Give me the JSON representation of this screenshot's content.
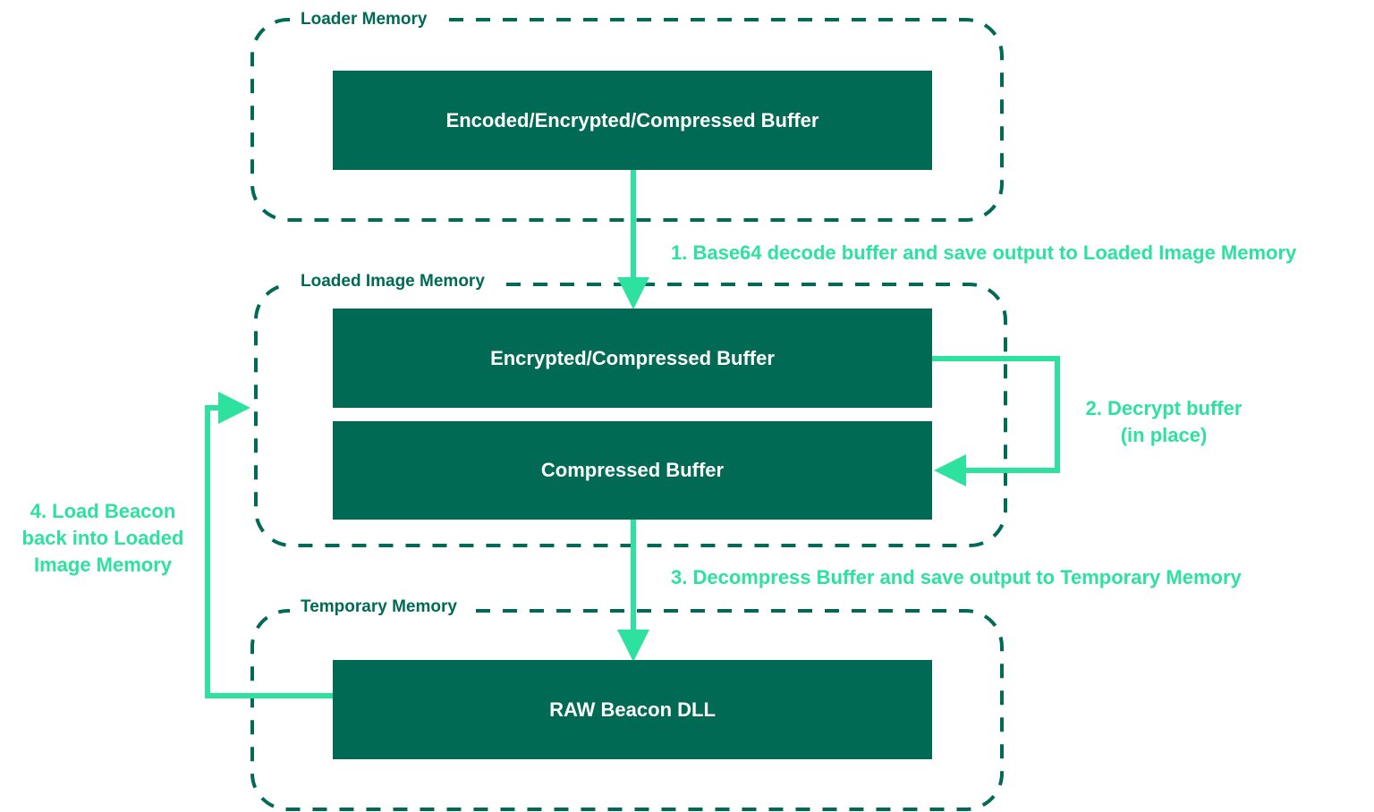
{
  "colors": {
    "dark_green": "#006a55",
    "arrow_green": "#2de19e",
    "background": "#ffffff"
  },
  "groups": {
    "loader": "Loader Memory",
    "loaded_image": "Loaded Image Memory",
    "temporary": "Temporary Memory"
  },
  "boxes": {
    "encoded": "Encoded/Encrypted/Compressed Buffer",
    "encrypted": "Encrypted/Compressed Buffer",
    "compressed": "Compressed Buffer",
    "raw": "RAW Beacon DLL"
  },
  "steps": {
    "step1": "1. Base64 decode buffer and save output to Loaded Image Memory",
    "step2_line1": "2. Decrypt buffer",
    "step2_line2": "(in place)",
    "step3": "3. Decompress Buffer and save output to Temporary Memory",
    "step4_line1": "4. Load Beacon",
    "step4_line2": "back into Loaded",
    "step4_line3": "Image Memory"
  }
}
